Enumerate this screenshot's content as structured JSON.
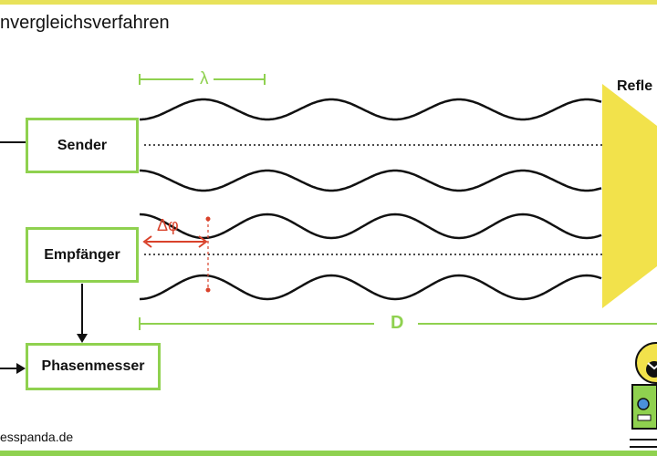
{
  "title": "nvergleichsverfahren",
  "boxes": {
    "sender": "Sender",
    "receiver": "Empfänger",
    "phase_meter": "Phasenmesser"
  },
  "labels": {
    "wavelength": "λ",
    "phase_shift": "Δφ",
    "distance": "D",
    "reflector": "Refle"
  },
  "footer": "esspanda.de",
  "colors": {
    "accent_green": "#8fd14f",
    "reflector_yellow": "#f2e24b",
    "phase_red": "#d9422b",
    "top_bar": "#e8e25a"
  },
  "icons": [
    "surveying-instrument-icon"
  ]
}
